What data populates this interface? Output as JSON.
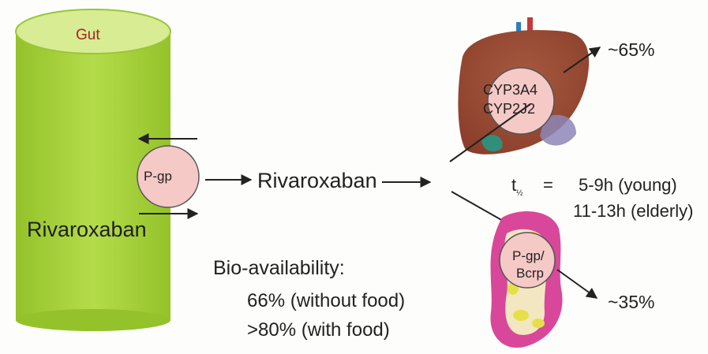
{
  "gut": {
    "label": "Gut",
    "drug": "Rivaroxaban",
    "color": "#a6cf3a"
  },
  "transporter": {
    "label": "P-gp",
    "color": "#f5c9c6"
  },
  "center": {
    "drug": "Rivaroxaban"
  },
  "bioavailability": {
    "title": "Bio-availability:",
    "without_food": "66% (without food)",
    "with_food": ">80% (with food)"
  },
  "liver": {
    "enzyme_1": "CYP3A4",
    "enzyme_2": "CYP2J2",
    "fraction": "~65%"
  },
  "half_life": {
    "symbol": "t",
    "subscript": "½",
    "equals": "=",
    "young": "5-9h (young)",
    "elderly": "11-13h (elderly)"
  },
  "kidney": {
    "transporter_1": "P-gp/",
    "transporter_2": "Bcrp",
    "fraction": "~35%"
  }
}
